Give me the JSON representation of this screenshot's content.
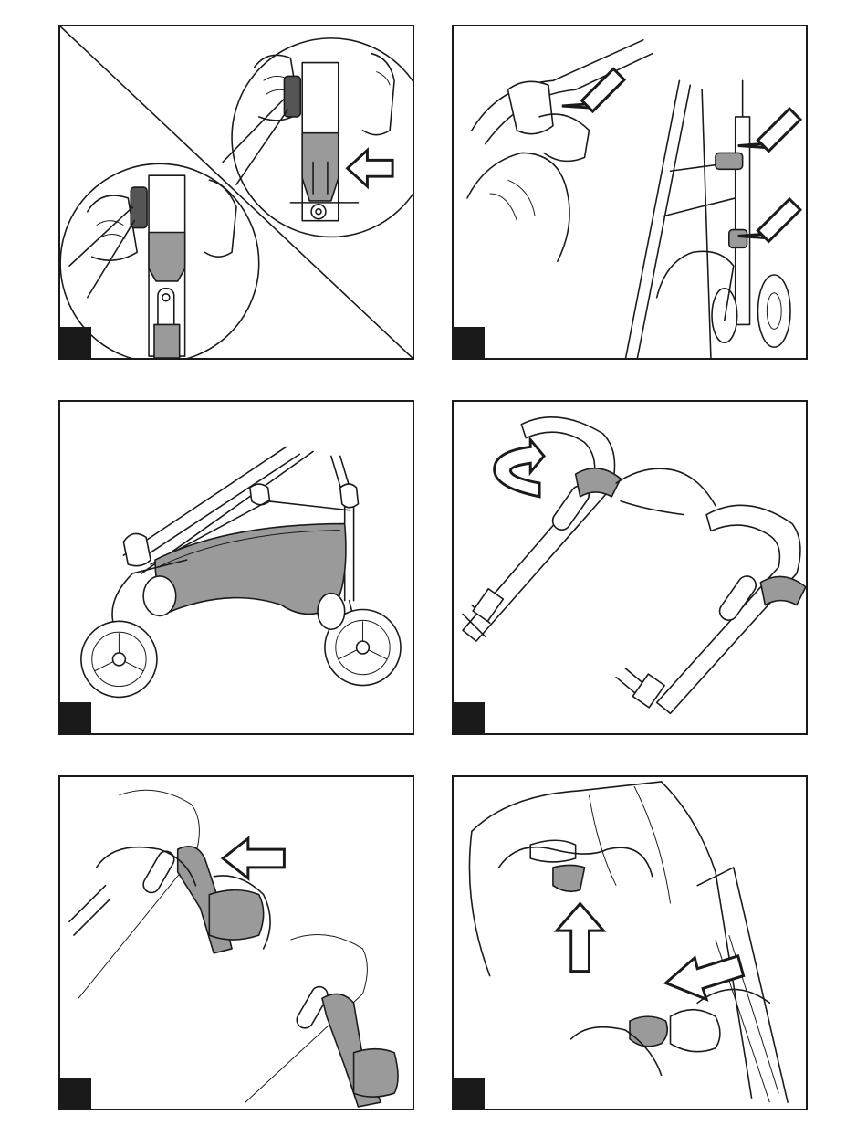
{
  "page": {
    "background": "#ffffff",
    "line_color": "#1a1a1a",
    "part_gray": "#9a9a9a"
  },
  "panels": [
    {
      "id": "p1",
      "step_label": "",
      "icons": [
        "frame-latch-icon",
        "insert-arrow-icon"
      ]
    },
    {
      "id": "p2",
      "step_label": "",
      "icons": [
        "press-arrow-icon",
        "press-arrow-icon",
        "press-arrow-icon"
      ]
    },
    {
      "id": "p3",
      "step_label": "",
      "icons": [
        "stroller-basket-icon"
      ]
    },
    {
      "id": "p4",
      "step_label": "",
      "icons": [
        "rotate-arrow-icon",
        "handle-clip-icon"
      ]
    },
    {
      "id": "p5",
      "step_label": "",
      "icons": [
        "cup-holder-icon",
        "slide-left-arrow-icon"
      ]
    },
    {
      "id": "p6",
      "step_label": "",
      "icons": [
        "up-arrow-icon",
        "slide-left-arrow-icon",
        "buckle-icon"
      ]
    }
  ]
}
